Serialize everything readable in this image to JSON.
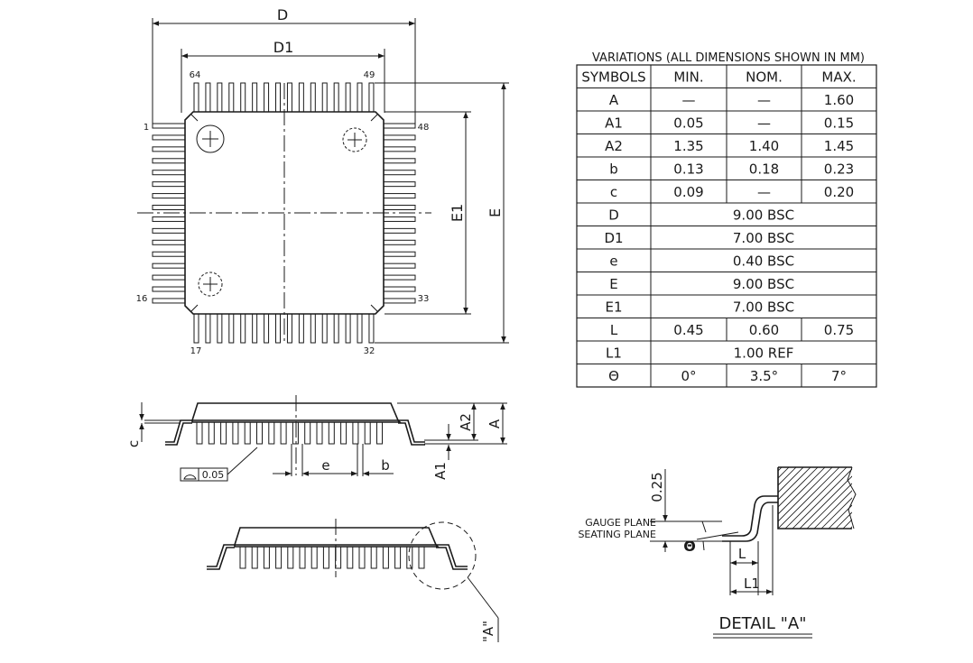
{
  "top_view": {
    "dim_D": "D",
    "dim_D1": "D1",
    "dim_E": "E",
    "dim_E1": "E1",
    "pin_labels": [
      "64",
      "49",
      "1",
      "48",
      "16",
      "33",
      "17",
      "32"
    ]
  },
  "side_view": {
    "labels": [
      "c",
      "A2",
      "A",
      "A1",
      "e",
      "b"
    ],
    "flatness_value": "0.05"
  },
  "detail_callout": "\"A\"",
  "detail": {
    "dim_025": "0.25",
    "gauge_plane": "GAUGE PLANE",
    "seating_plane": "SEATING PLANE",
    "theta": "Θ",
    "dim_L": "L",
    "dim_L1": "L1",
    "title": "DETAIL \"A\""
  },
  "table": {
    "caption": "VARIATIONS (ALL DIMENSIONS SHOWN IN MM)",
    "headers": [
      "SYMBOLS",
      "MIN.",
      "NOM.",
      "MAX."
    ],
    "rows": [
      {
        "symbol": "A",
        "min": "—",
        "nom": "—",
        "max": "1.60"
      },
      {
        "symbol": "A1",
        "min": "0.05",
        "nom": "—",
        "max": "0.15"
      },
      {
        "symbol": "A2",
        "min": "1.35",
        "nom": "1.40",
        "max": "1.45"
      },
      {
        "symbol": "b",
        "min": "0.13",
        "nom": "0.18",
        "max": "0.23"
      },
      {
        "symbol": "c",
        "min": "0.09",
        "nom": "—",
        "max": "0.20"
      },
      {
        "symbol": "D",
        "span": "9.00  BSC"
      },
      {
        "symbol": "D1",
        "span": "7.00  BSC"
      },
      {
        "symbol": "e",
        "span": "0.40  BSC"
      },
      {
        "symbol": "E",
        "span": "9.00  BSC"
      },
      {
        "symbol": "E1",
        "span": "7.00  BSC"
      },
      {
        "symbol": "L",
        "min": "0.45",
        "nom": "0.60",
        "max": "0.75"
      },
      {
        "symbol": "L1",
        "span": "1.00  REF"
      },
      {
        "symbol": "Θ",
        "min": "0°",
        "nom": "3.5°",
        "max": "7°"
      }
    ]
  }
}
